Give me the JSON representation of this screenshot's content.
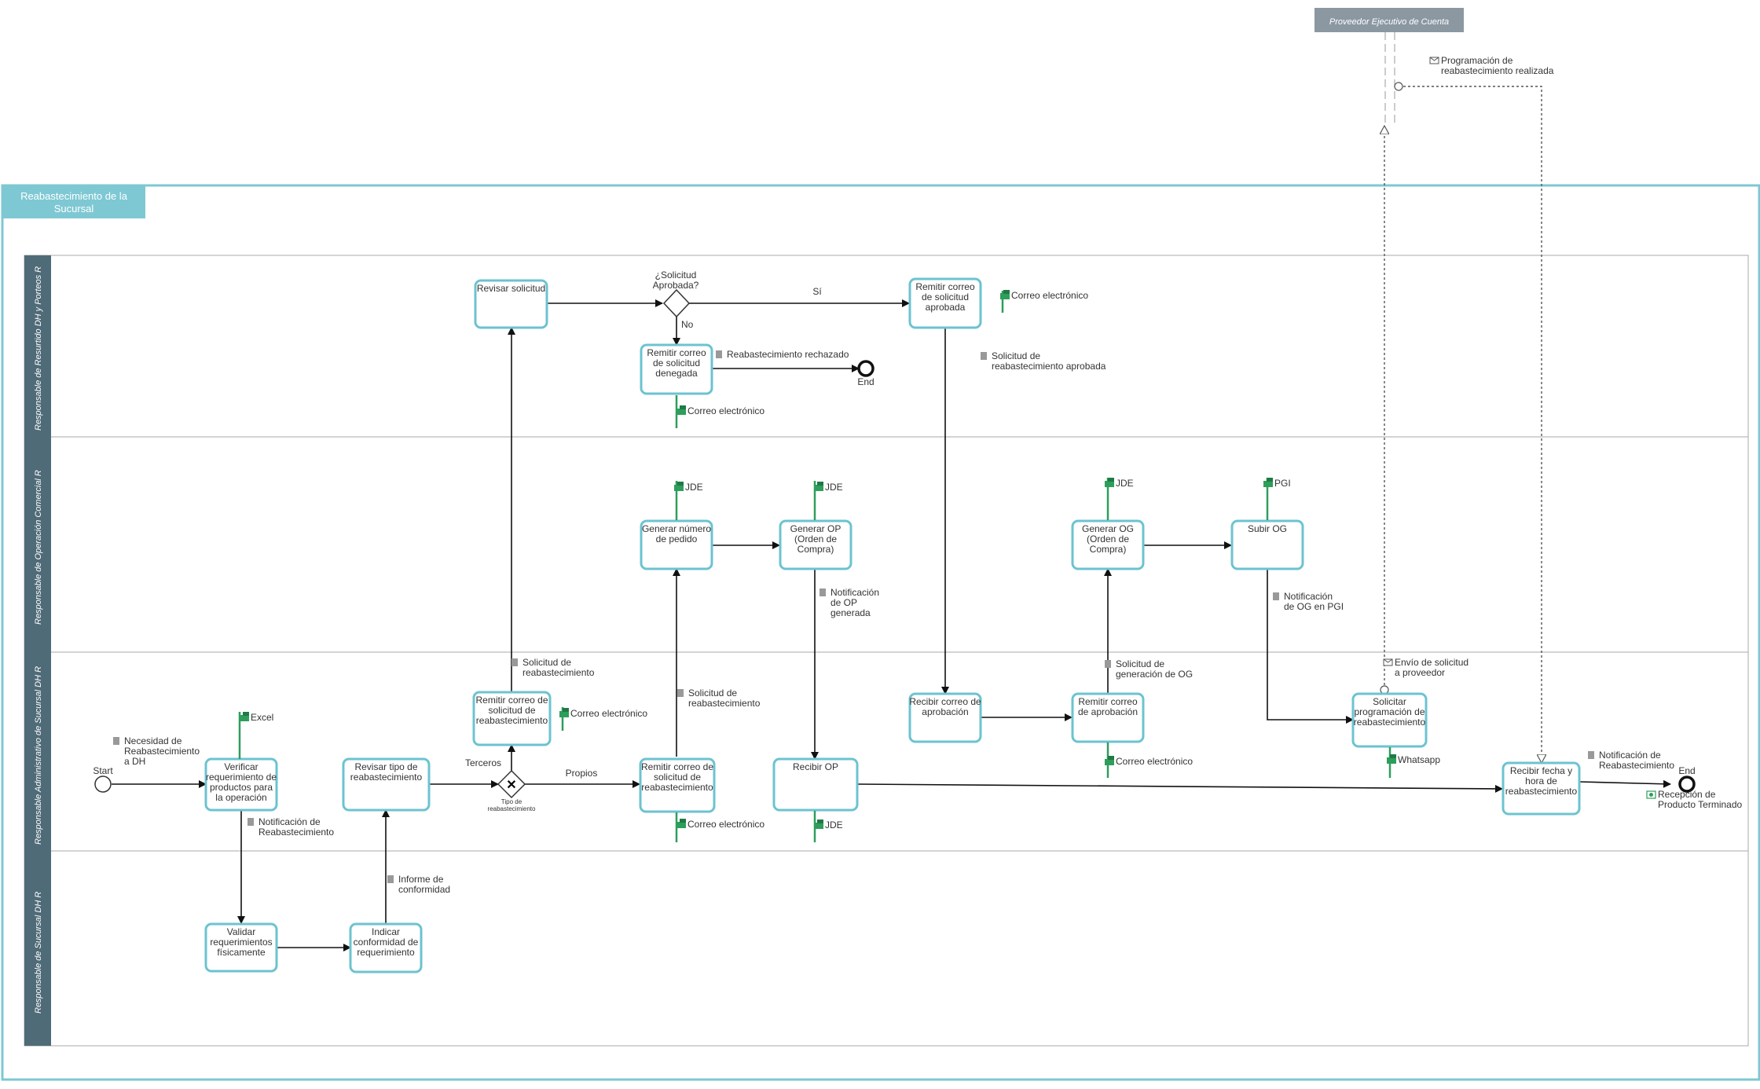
{
  "external_pool": {
    "title": "Proveedor Ejecutivo de Cuenta"
  },
  "pool": {
    "title_line1": "Reabastecimiento de la",
    "title_line2": "Sucursal"
  },
  "lanes": [
    "Responsable de Resurtido DH y Porteos R",
    "Responsable de Operación Comercial R",
    "Responsable Administrativo de Sucursal DH R",
    "Responsable de Sucursal DH R"
  ],
  "tasks": {
    "revisar_solicitud": [
      "Revisar solicitud"
    ],
    "remitir_aprobada": [
      "Remitir correo",
      "de solicitud",
      "aprobada"
    ],
    "remitir_denegada": [
      "Remitir correo",
      "de solicitud",
      "denegada"
    ],
    "generar_pedido": [
      "Generar número",
      "de pedido"
    ],
    "generar_op": [
      "Generar OP",
      "(Orden de",
      "Compra)"
    ],
    "generar_og": [
      "Generar OG",
      "(Orden de",
      "Compra)"
    ],
    "subir_og": [
      "Subir OG"
    ],
    "verificar": [
      "Verificar",
      "requerimiento de",
      "productos para",
      "la operación"
    ],
    "revisar_tipo": [
      "Revisar tipo de",
      "reabastecimiento"
    ],
    "remitir_solicitud": [
      "Remitir correo de",
      "solicitud de",
      "reabastecimiento"
    ],
    "remitir_solicitud_2": [
      "Remitir correo de",
      "solicitud de",
      "reabastecimiento"
    ],
    "recibir_op": [
      "Recibir OP"
    ],
    "recibir_aprobacion": [
      "Recibir correo de",
      "aprobación"
    ],
    "remitir_aprobacion": [
      "Remitir correo",
      "de aprobación"
    ],
    "solicitar_programacion": [
      "Solicitar",
      "programación de",
      "reabastecimiento"
    ],
    "recibir_fecha": [
      "Recibir fecha y",
      "hora de",
      "reabastecimiento"
    ],
    "validar": [
      "Validar",
      "requerimientos",
      "físicamente"
    ],
    "indicar": [
      "Indicar",
      "conformidad de",
      "requerimiento"
    ]
  },
  "gateways": {
    "aprobada": {
      "label_line1": "¿Solicitud",
      "label_line2": "Aprobada?",
      "yes": "Sí",
      "no": "No"
    },
    "tipo": {
      "label_line1": "Tipo de",
      "label_line2": "reabastecimiento",
      "left": "Terceros",
      "right": "Propios"
    }
  },
  "events": {
    "start": "Start",
    "end1": "End",
    "end2": "End"
  },
  "annotations": {
    "correo_aprobada": "Correo electrónico",
    "reab_rechazado": "Reabastecimiento rechazado",
    "correo_denegada": "Correo electrónico",
    "sol_reab_aprobada": [
      "Solicitud de",
      "reabastecimiento aprobada"
    ],
    "jde_1": "JDE",
    "jde_2": "JDE",
    "jde_3": "JDE",
    "pgi": "PGI",
    "notif_op": [
      "Notificación",
      "de OP",
      "generada"
    ],
    "notif_og": [
      "Notificación",
      "de OG en PGI"
    ],
    "excel": "Excel",
    "necesidad": [
      "Necesidad de",
      "Reabastecimiento",
      "a DH"
    ],
    "notif_reab": [
      "Notificación de",
      "Reabastecimiento"
    ],
    "sol_reab_1": [
      "Solicitud de",
      "reabastecimiento"
    ],
    "correo_solicitud": "Correo electrónico",
    "sol_reab_2": [
      "Solicitud de",
      "reabastecimiento"
    ],
    "correo_solicitud_2": "Correo electrónico",
    "jde_recibir": "JDE",
    "sol_gen_og": [
      "Solicitud de",
      "generación de OG"
    ],
    "correo_aprobacion": "Correo electrónico",
    "envio_sol": [
      "Envío de solicitud",
      "a proveedor"
    ],
    "whatsapp": "Whatsapp",
    "notif_reab_end": [
      "Notificación de",
      "Reabastecimiento"
    ],
    "recepcion": [
      "Recepción de",
      "Producto Terminado"
    ],
    "informe": [
      "Informe de",
      "conformidad"
    ],
    "programacion": [
      "Programación de",
      "reabastecimiento realizada"
    ]
  },
  "colors": {
    "pool": "#7ec8d3",
    "lane_header": "#4f6b78",
    "ext_pool": "#8b98a2",
    "task_border": "#6cc3d0",
    "tool_green": "#2e9e5b"
  }
}
